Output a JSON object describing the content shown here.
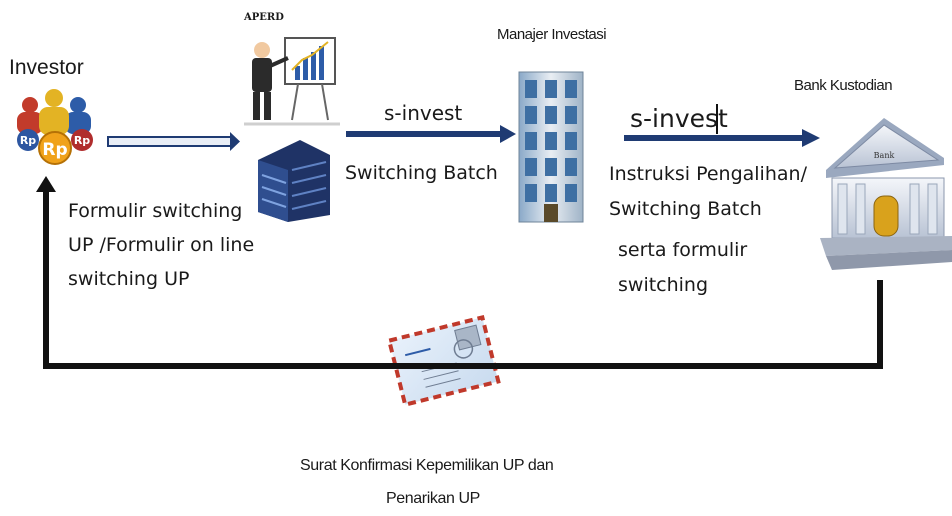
{
  "nodes": {
    "investor": {
      "label": "Investor"
    },
    "aperd": {
      "label": "APERD"
    },
    "manajer": {
      "label": "Manajer Investasi"
    },
    "bank": {
      "label": "Bank Kustodian",
      "building_sign": "Bank"
    }
  },
  "icons": {
    "investor_coin_label": "Rp",
    "investor_coin_left": "Rp",
    "investor_coin_right": "Rp"
  },
  "flows": {
    "investor_to_aperd": {
      "text_lines": [
        "Formulir switching",
        " UP /Formulir on line",
        "switching UP"
      ]
    },
    "aperd_to_mi": {
      "channel": "s-invest",
      "text": "Switching Batch"
    },
    "mi_to_bank": {
      "channel": "s-invest",
      "text_lines": [
        "Instruksi Pengalihan/",
        "Switching Batch"
      ],
      "extra_lines": [
        "serta formulir",
        "switching"
      ]
    },
    "bank_to_investor": {
      "text_lines": [
        "Surat Konfirmasi Kepemilikan UP dan",
        "Penarikan UP"
      ]
    }
  },
  "colors": {
    "arrow_fill": "#1f3b73",
    "return_line": "#111111",
    "text": "#1a1a1a"
  }
}
